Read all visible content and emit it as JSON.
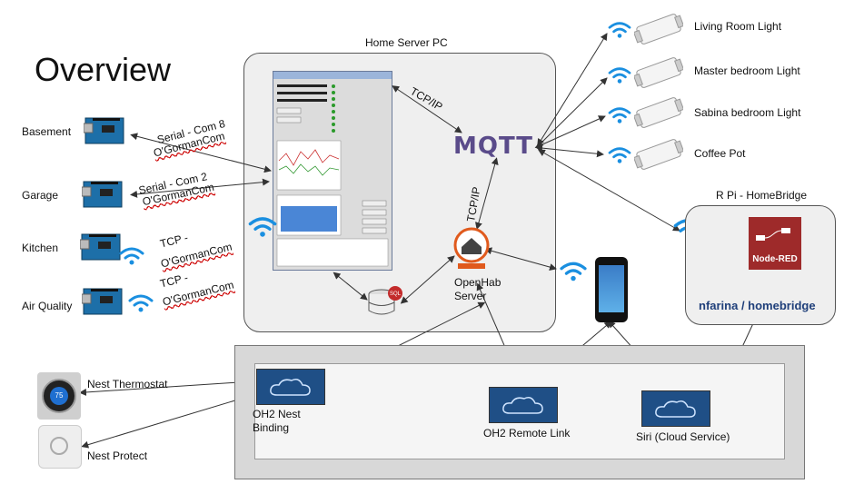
{
  "title": "Overview",
  "home_server": {
    "label": "Home Server PC"
  },
  "rpi": {
    "label": "R Pi - HomeBridge"
  },
  "devices": {
    "basement": "Basement",
    "garage": "Garage",
    "kitchen": "Kitchen",
    "air_quality": "Air Quality"
  },
  "links": {
    "basement_line1": "Serial - Com 8",
    "basement_line2": "O'GormanCom",
    "garage_line1": "Serial - Com 2",
    "garage_line2": "O'GormanCom",
    "kitchen_line1": "TCP -",
    "kitchen_line2": "O'GormanCom",
    "air_line1": "TCP -",
    "air_line2": "O'GormanCom",
    "tcpip_1": "TCP/IP",
    "tcpip_2": "TCP/IP"
  },
  "lights": [
    "Living Room Light",
    "Master bedroom Light",
    "Sabina bedroom Light",
    "Coffee Pot"
  ],
  "openhab": {
    "line1": "OpenHab",
    "line2": "Server"
  },
  "mqtt": {
    "label": "MQTT"
  },
  "nodered": {
    "label": "Node-RED"
  },
  "homebridge": {
    "label": "nfarina / homebridge"
  },
  "sql": {
    "label": "SQL"
  },
  "nest": {
    "thermostat": "Nest Thermostat",
    "protect": "Nest Protect",
    "thermostat_reading": "75"
  },
  "clouds": {
    "nest_binding_1": "OH2 Nest",
    "nest_binding_2": "Binding",
    "remote_link": "OH2 Remote Link",
    "siri": "Siri (Cloud Service)"
  },
  "colors": {
    "arrow": "#333333",
    "wifi": "#1a8fe0",
    "cloud": "#1f4f86"
  }
}
